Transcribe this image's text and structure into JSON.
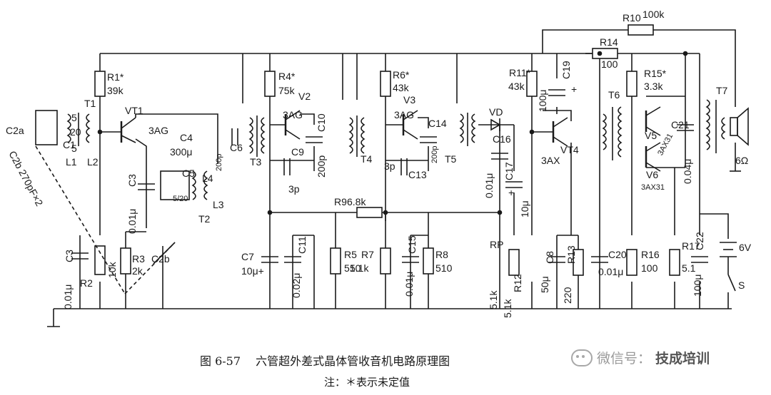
{
  "figure": {
    "number": "图 6-57",
    "title": "六管超外差式晶体管收音机电路原理图",
    "note": "注：＊表示未定值"
  },
  "watermark": {
    "text": "微信号：",
    "brand": "技成培训",
    "icon": "wechat-icon"
  },
  "labels": {
    "c2a": "C2a",
    "c2b_tuning": "C2b 270pF×2",
    "c1": "C1",
    "l1": "L1",
    "l2": "L2",
    "t1": "T1",
    "turns5a": "5",
    "turns20": "20",
    "turns5b": "5",
    "r1": "R1*",
    "r1_val": "39k",
    "vt1": "VT1",
    "vt1_type": "3AG",
    "c4": "C4",
    "c4_val": "300μ",
    "c5": "C5",
    "c5_turns": "5/20",
    "l4": "L4",
    "l3": "L3",
    "t2": "T2",
    "c3a": "C3",
    "c3a_val": "0.01μ",
    "c6": "C6",
    "c6_val": "200p",
    "t3": "T3",
    "r4": "R4*",
    "r4_val": "75k",
    "v2": "V2",
    "v2_type": "3AG",
    "c9": "C9",
    "c9_val": "3p",
    "c10": "C10",
    "c10_val": "200p",
    "t4": "T4",
    "r6": "R6*",
    "r6_val": "43k",
    "v3": "V3",
    "v3_type": "3AG",
    "c14": "C14",
    "c14_val": "200p",
    "c13": "C13",
    "c13_val": "3p",
    "t5": "T5",
    "vd": "VD",
    "c16": "C16",
    "c16_val": "0.01μ",
    "c17": "C17",
    "c17_val": "10μ",
    "c17_plus": "+",
    "r11": "R11*",
    "r11_val": "43k",
    "c19": "C19",
    "c19_val": "100μ",
    "c19_plus": "+",
    "vt4": "VT4",
    "vt4_type": "3AX",
    "t6": "T6",
    "r10": "R10",
    "r10_val": "100k",
    "r14": "R14",
    "r14_val": "100",
    "r15": "R15*",
    "r15_val": "3.3k",
    "v5": "V5",
    "v5_type": "3AX31",
    "v6": "V6",
    "v6_type": "3AX31",
    "c21": "C21",
    "c21_val": "0.04μ",
    "t7": "T7",
    "spk": "6Ω",
    "r9": "R9",
    "r9_val": "6.8k",
    "c3b": "C3",
    "c3b_val": "0.01μ",
    "r2": "R2",
    "r2_val": "10k",
    "r3": "R3",
    "r3_val": "2k",
    "c2b": "C2b",
    "c7": "C7",
    "c7_val": "10μ+",
    "c11": "C11",
    "c11_val": "0.02μ",
    "r5": "R5",
    "r5_val": "510",
    "r7": "R7",
    "r7_val": "5.1k",
    "c15": "C15",
    "c15_val": "0.01μ",
    "r8": "R8",
    "r8_val": "510",
    "rp": "RP",
    "rp_val": "5.1k",
    "r12": "R12",
    "r12_val": "5.1k",
    "c8": "C8",
    "c8_val": "50μ",
    "r13": "R13",
    "r13_val": "220",
    "c20": "C20",
    "c20_val": "0.01μ",
    "r16": "R16",
    "r16_val": "100",
    "r17": "R17",
    "r17_val": "5.1",
    "c22": "C22",
    "c22_val": "100μ",
    "batt": "6V",
    "switch": "S"
  }
}
